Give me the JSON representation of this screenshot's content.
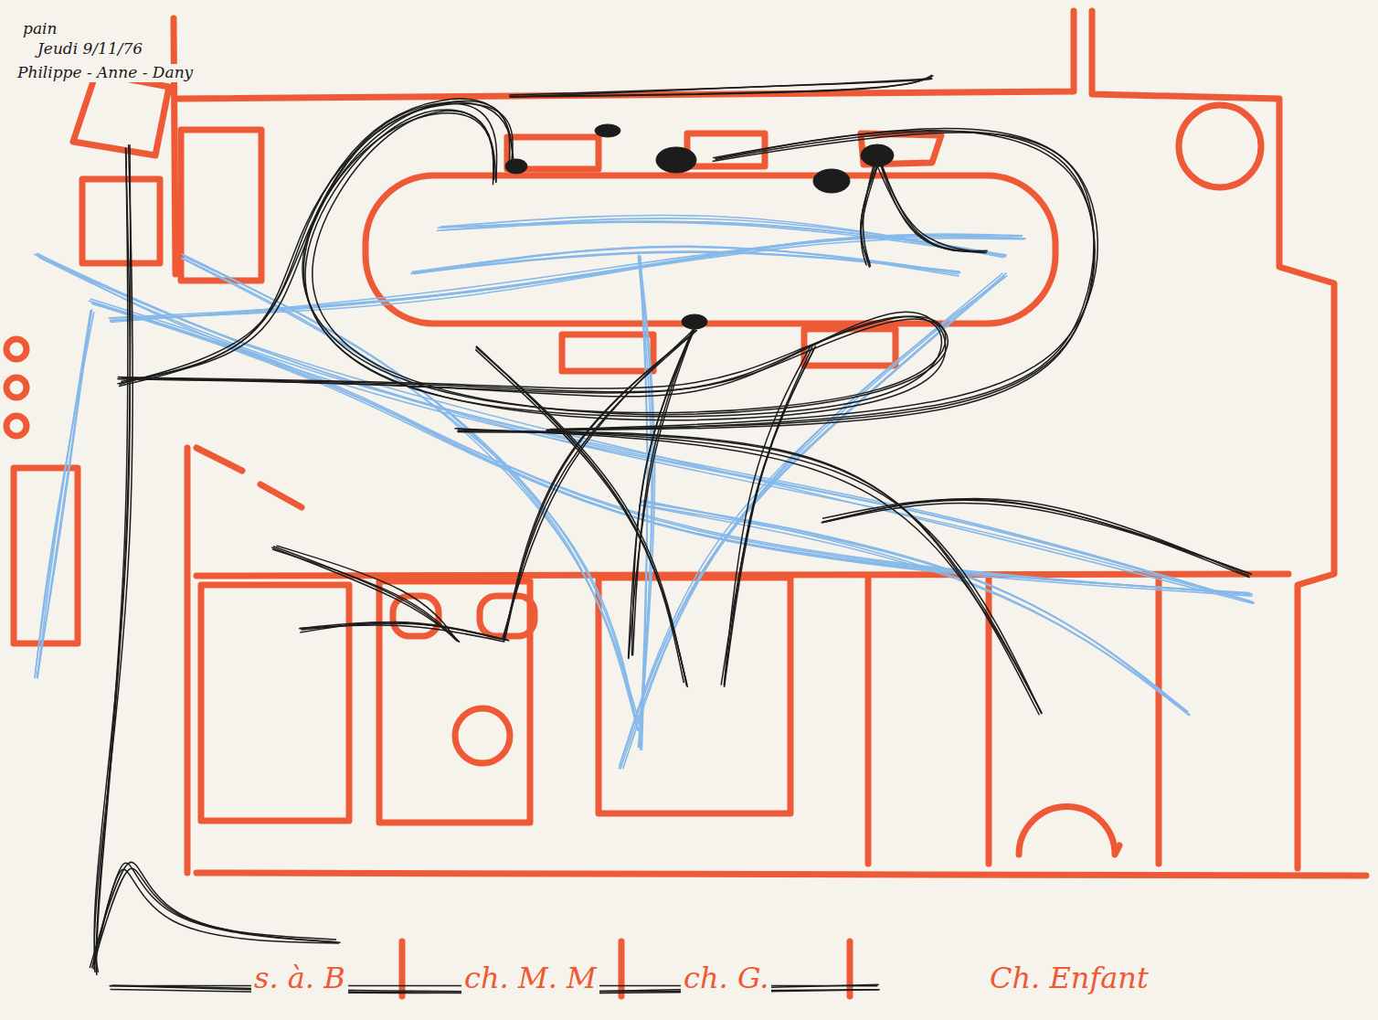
{
  "diagram": {
    "labels": [
      "pain",
      "Jeudi 9/11/76",
      "Philippe - Anne - Dany",
      "s. à. B",
      "ch. M. M",
      "ch. G.",
      "Ch. Enfant"
    ]
  }
}
